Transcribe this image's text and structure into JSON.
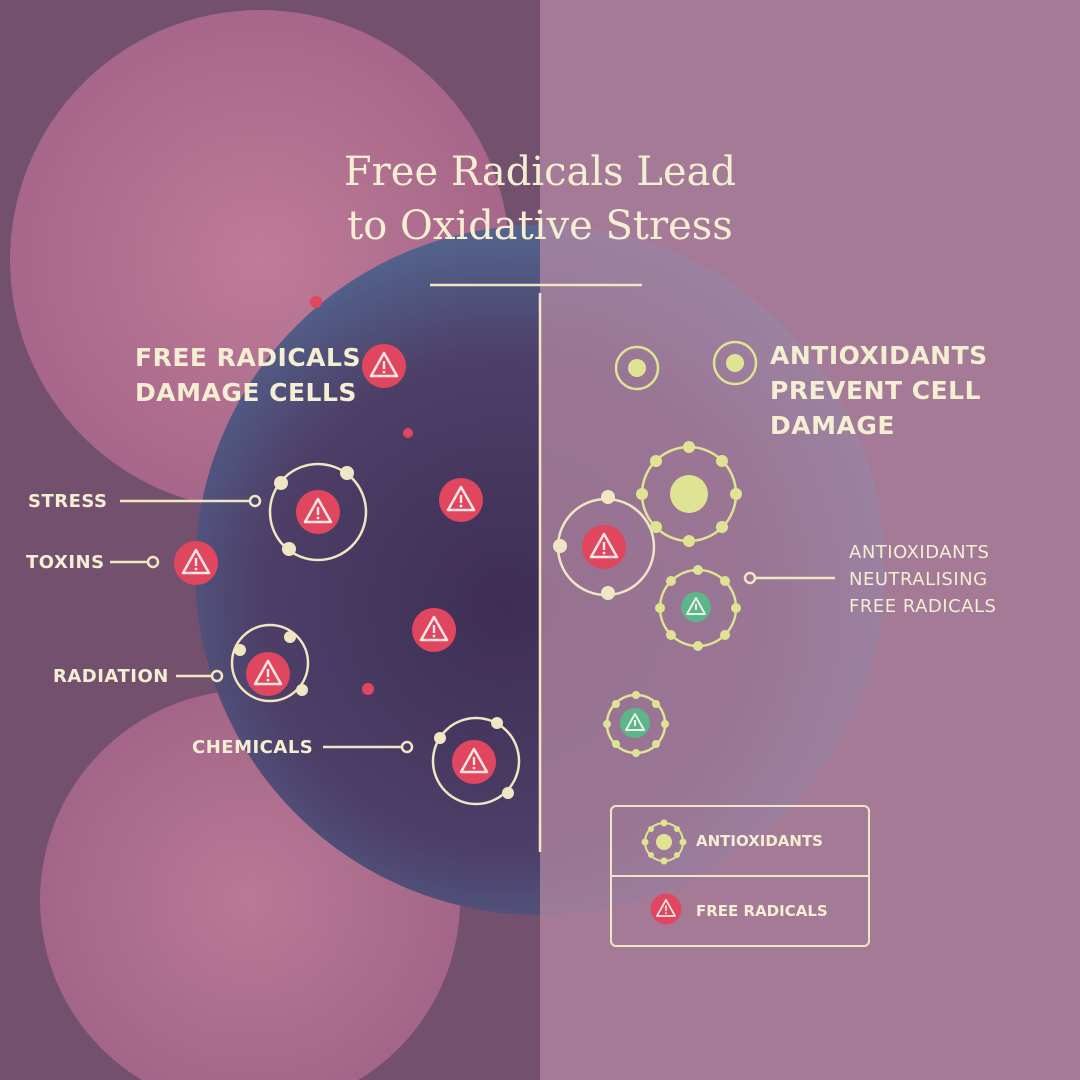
{
  "title": {
    "line1": "Free Radicals Lead",
    "line2": "to Oxidative Stress"
  },
  "left": {
    "heading_line1": "FREE RADICALS",
    "heading_line2": "DAMAGE CELLS",
    "sources": [
      "STRESS",
      "TOXINS",
      "RADIATION",
      "CHEMICALS"
    ]
  },
  "right": {
    "heading_line1": "ANTIOXIDANTS",
    "heading_line2": "PREVENT CELL",
    "heading_line3": "DAMAGE",
    "callout_line1": "ANTIOXIDANTS",
    "callout_line2": "NEUTRALISING",
    "callout_line3": "FREE RADICALS"
  },
  "legend": {
    "antioxidants": "ANTIOXIDANTS",
    "free_radicals": "FREE RADICALS"
  },
  "colors": {
    "cream": "#f4eed2",
    "radical": "#e0475e",
    "antioxidant": "#dfe495",
    "neutralised": "#5db58a"
  }
}
